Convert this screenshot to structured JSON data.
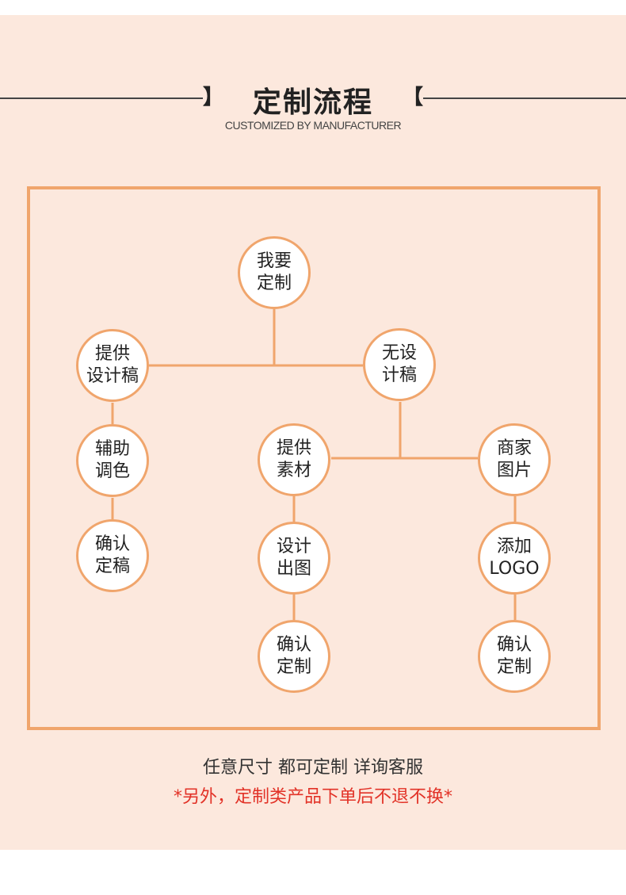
{
  "header": {
    "title": "定制流程",
    "bracket_left": "】",
    "bracket_right": "【",
    "subtitle": "CUSTOMIZED BY MANUFACTURER"
  },
  "flow": {
    "start": [
      "我要",
      "定制"
    ],
    "left_branch": [
      [
        "提供",
        "设计稿"
      ],
      [
        "辅助",
        "调色"
      ],
      [
        "确认",
        "定稿"
      ]
    ],
    "right_branch": [
      "无设",
      "计稿"
    ],
    "material_branch": [
      [
        "提供",
        "素材"
      ],
      [
        "设计",
        "出图"
      ],
      [
        "确认",
        "定制"
      ]
    ],
    "merchant_branch": [
      [
        "商家",
        "图片"
      ],
      [
        "添加",
        "LOGO"
      ],
      [
        "确认",
        "定制"
      ]
    ]
  },
  "notes": {
    "line1": "任意尺寸 都可定制 详询客服",
    "line2": "*另外，定制类产品下单后不退不换*"
  },
  "colors": {
    "background": "#fce8dd",
    "accent": "#f0a56c",
    "warning": "#e23227"
  }
}
